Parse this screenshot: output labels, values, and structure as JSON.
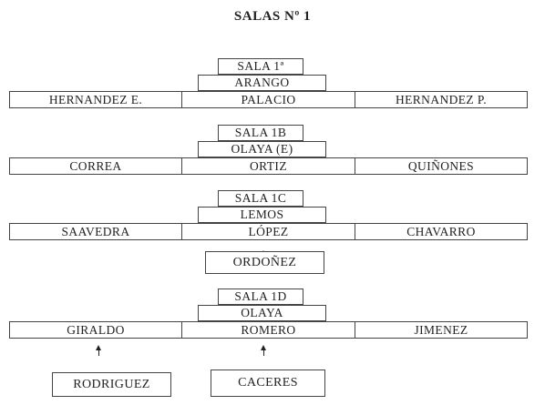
{
  "title": "SALAS Nº 1",
  "salas": [
    {
      "sala": "SALA 1ª",
      "president": "ARANGO",
      "members": [
        "HERNANDEZ E.",
        "PALACIO",
        "HERNANDEZ P."
      ]
    },
    {
      "sala": "SALA 1B",
      "president": "OLAYA (E)",
      "members": [
        "CORREA",
        "ORTIZ",
        "QUIÑONES"
      ]
    },
    {
      "sala": "SALA 1C",
      "president": "LEMOS",
      "members": [
        "SAAVEDRA",
        "LÓPEZ",
        "CHAVARRO"
      ],
      "substitutes": [
        "ORDOÑEZ"
      ]
    },
    {
      "sala": "SALA 1D",
      "president": "OLAYA",
      "members": [
        "GIRALDO",
        "ROMERO",
        "JIMENEZ"
      ],
      "substitutes": [
        "RODRIGUEZ",
        "CACERES"
      ]
    }
  ]
}
